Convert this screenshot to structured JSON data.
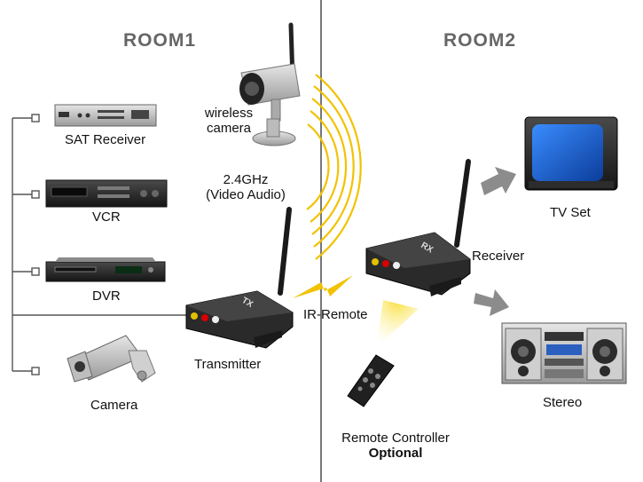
{
  "rooms": {
    "left": "ROOM1",
    "right": "ROOM2"
  },
  "labels": {
    "wireless_camera_line1": "wireless",
    "wireless_camera_line2": "camera",
    "freq_line1": "2.4GHz",
    "freq_line2": "(Video Audio)",
    "sat_receiver": "SAT Receiver",
    "vcr": "VCR",
    "dvr": "DVR",
    "camera": "Camera",
    "transmitter": "Transmitter",
    "ir_remote": "IR-Remote",
    "receiver": "Receiver",
    "tv_set": "TV Set",
    "stereo": "Stereo",
    "remote_controller": "Remote Controller",
    "optional": "Optional"
  },
  "device_marks": {
    "transmitter": "TX",
    "receiver": "RX"
  },
  "colors": {
    "room_title": "#666666",
    "divider": "#777777",
    "signal_wave": "#f2c200",
    "arrow": "#8c8c8c",
    "tv_screen": "#1e6ee0",
    "device_body": "#2a2a2a"
  }
}
